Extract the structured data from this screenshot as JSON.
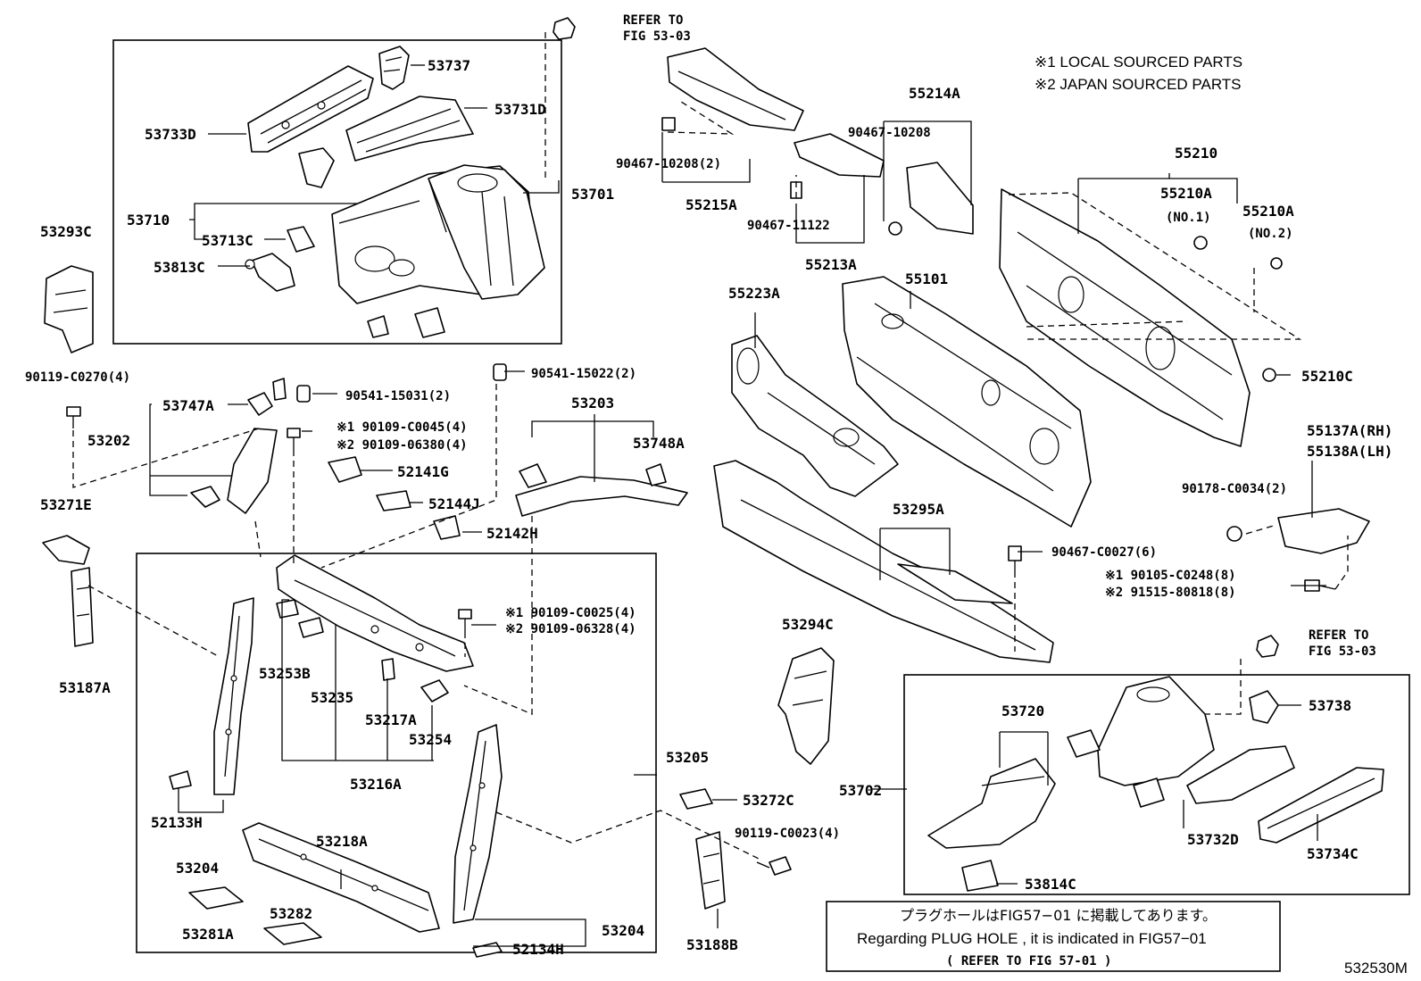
{
  "notes": {
    "local_sourced": "※1 LOCAL SOURCED PARTS",
    "japan_sourced": "※2 JAPAN SOURCED PARTS",
    "plug_hole_jp": "プラグホールはFIG57−01 に掲載してあります。",
    "plug_hole_en": "Regarding  PLUG HOLE , it is indicated in  FIG57−01",
    "refer_fig_57": "(        REFER TO FIG 57-01        )",
    "refer_to": "REFER TO",
    "fig_53_03": "FIG 53-03",
    "figure_code": "532530M"
  },
  "labels": {
    "p53737": "53737",
    "p53731D": "53731D",
    "p53733D": "53733D",
    "p53701": "53701",
    "p53710": "53710",
    "p53713C": "53713C",
    "p53813C": "53813C",
    "p53293C": "53293C",
    "b90119_C0270": "90119-C0270(4)",
    "p53747A": "53747A",
    "b90541_15031": "90541-15031(2)",
    "p53202": "53202",
    "b90109_C0045": "※1 90109-C0045(4)",
    "b90109_06380": "※2 90109-06380(4)",
    "p52141G": "52141G",
    "b90541_15022": "90541-15022(2)",
    "p53203": "53203",
    "p53748A": "53748A",
    "p52144J": "52144J",
    "p52142H": "52142H",
    "p53271E": "53271E",
    "p53187A": "53187A",
    "b90109_C0025": "※1 90109-C0025(4)",
    "b90109_06328": "※2 90109-06328(4)",
    "p53253B": "53253B",
    "p53235": "53235",
    "p53217A": "53217A",
    "p53254": "53254",
    "p53216A": "53216A",
    "p53205": "53205",
    "p52133H": "52133H",
    "p53204a": "53204",
    "p53218A": "53218A",
    "p53281A": "53281A",
    "p53282": "53282",
    "p52134H": "52134H",
    "p53204b": "53204",
    "p53272C": "53272C",
    "b90119_C0023": "90119-C0023(4)",
    "p53188B": "53188B",
    "b90467_10208_2": "90467-10208(2)",
    "p55215A": "55215A",
    "b90467_11122": "90467-11122",
    "p55213A": "55213A",
    "b90467_10208": "90467-10208",
    "p55214A": "55214A",
    "p55210": "55210",
    "p55210A_1": "55210A",
    "no1": "(NO.1)",
    "p55210A_2": "55210A",
    "no2": "(NO.2)",
    "p55223A": "55223A",
    "p55101": "55101",
    "p55210C": "55210C",
    "p55137A": "55137A(RH)",
    "p55138A": "55138A(LH)",
    "b90178_C0034": "90178-C0034(2)",
    "p53295A": "53295A",
    "b90467_C0027": "90467-C0027(6)",
    "b90105_C0248": "※1 90105-C0248(8)",
    "b91515_80818": "※2 91515-80818(8)",
    "p53294C": "53294C",
    "p53720": "53720",
    "p53738": "53738",
    "p53702": "53702",
    "p53732D": "53732D",
    "p53734C": "53734C",
    "p53814C": "53814C"
  }
}
